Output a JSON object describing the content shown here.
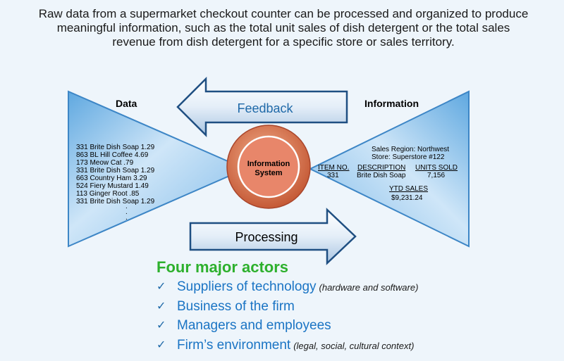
{
  "intro": {
    "line1": "Raw data from a supermarket checkout counter can be processed and organized to produce",
    "line2": "meaningful information, such as the total unit sales of dish detergent or the total sales",
    "line3": "revenue from dish detergent for a specific store or sales territory."
  },
  "data_panel": {
    "title": "Data",
    "rows": [
      "331 Brite Dish Soap  1.29",
      "863 BL Hill Coffee  4.69",
      "173 Meow Cat  .79",
      "331 Brite Dish Soap  1.29",
      "663 Country Ham 3.29",
      "524 Fiery Mustard  1.49",
      "113 Ginger Root  .85",
      "331 Brite Dish Soap  1.29"
    ],
    "dots": [
      ".",
      ".",
      "."
    ]
  },
  "information_panel": {
    "title": "Information",
    "region": "Sales Region: Northwest",
    "store": "Store: Superstore #122",
    "item_no_header": "ITEM NO.",
    "item_no_value": "331",
    "description_header": "DESCRIPTION",
    "description_value": "Brite Dish Soap",
    "units_sold_header": "UNITS SOLD",
    "units_sold_value": "7,156",
    "ytd_sales_header": "YTD SALES",
    "ytd_sales_value": "$9,231.24"
  },
  "system_circle": {
    "line1": "Information",
    "line2": "System"
  },
  "feedback_arrow": {
    "label": "Feedback"
  },
  "processing_arrow": {
    "label": "Processing"
  },
  "actors": {
    "title": "Four major actors",
    "items": [
      {
        "label": "Suppliers of technology",
        "note": "(hardware and software)"
      },
      {
        "label": "Business of the firm",
        "note": ""
      },
      {
        "label": "Managers and employees",
        "note": ""
      },
      {
        "label": "Firm’s environment",
        "note": "(legal, social, cultural context)"
      }
    ]
  },
  "colors": {
    "triangle_light": "#e2f0fb",
    "triangle_mid": "#9ecdef",
    "triangle_dark": "#5fa8e0",
    "arrow_fill": "#d9e6f3",
    "arrow_stroke": "#1f4f82",
    "arrow_text": "#1f69a8",
    "circle_fill": "#e08660",
    "circle_inner": "#ffffff",
    "actors_title": "#2db02d",
    "actor_text": "#1a74c4"
  }
}
